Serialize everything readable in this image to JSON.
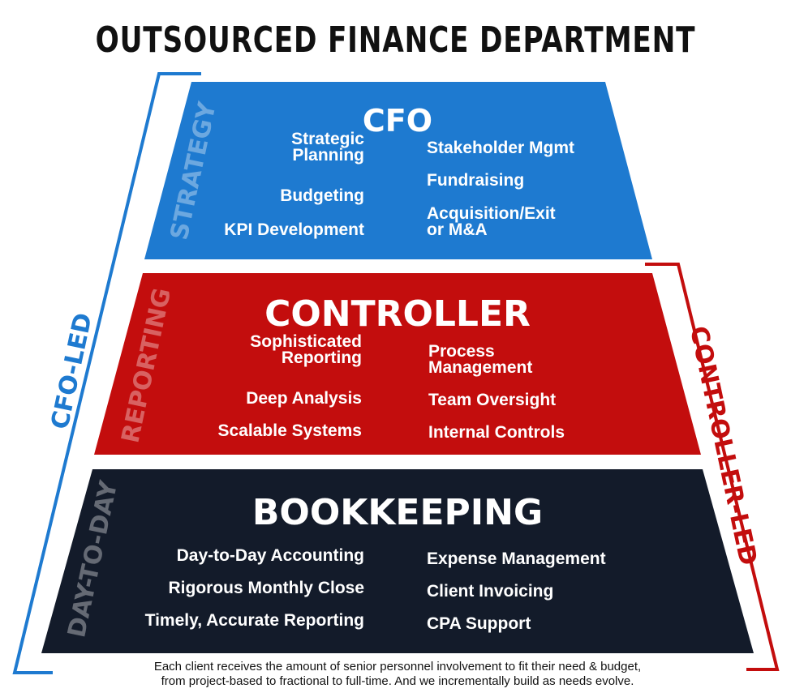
{
  "title": "OUTSOURCED FINANCE DEPARTMENT",
  "tiers": [
    {
      "name": "CFO",
      "side_label": "STRATEGY",
      "color": "#1E7AD0",
      "left_items": [
        [
          "Strategic",
          "Planning"
        ],
        [
          "Budgeting"
        ],
        [
          "KPI Development"
        ]
      ],
      "right_items": [
        [
          "Stakeholder Mgmt"
        ],
        [
          "Fundraising"
        ],
        [
          "Acquisition/Exit",
          "or M&A"
        ]
      ]
    },
    {
      "name": "CONTROLLER",
      "side_label": "REPORTING",
      "color": "#C30D0D",
      "left_items": [
        [
          "Sophisticated",
          "Reporting"
        ],
        [
          "Deep Analysis"
        ],
        [
          "Scalable Systems"
        ]
      ],
      "right_items": [
        [
          "Process",
          "Management"
        ],
        [
          "Team Oversight"
        ],
        [
          "Internal Controls"
        ]
      ]
    },
    {
      "name": "BOOKKEEPING",
      "side_label": "DAY-TO-DAY",
      "color": "#131B2A",
      "left_items": [
        [
          "Day-to-Day Accounting"
        ],
        [
          "Rigorous Monthly Close"
        ],
        [
          "Timely, Accurate Reporting"
        ]
      ],
      "right_items": [
        [
          "Expense Management"
        ],
        [
          "Client Invoicing"
        ],
        [
          "CPA Support"
        ]
      ]
    }
  ],
  "brackets": {
    "left_label": "CFO-LED",
    "left_color": "#1E7AD0",
    "right_label": "CONTROLLER-LED",
    "right_color": "#C30D0D"
  },
  "footer": {
    "line1": "Each client receives the amount of senior personnel involvement to fit their need & budget,",
    "line2": "from project-based to fractional to full-time. And we incrementally build as needs evolve."
  }
}
